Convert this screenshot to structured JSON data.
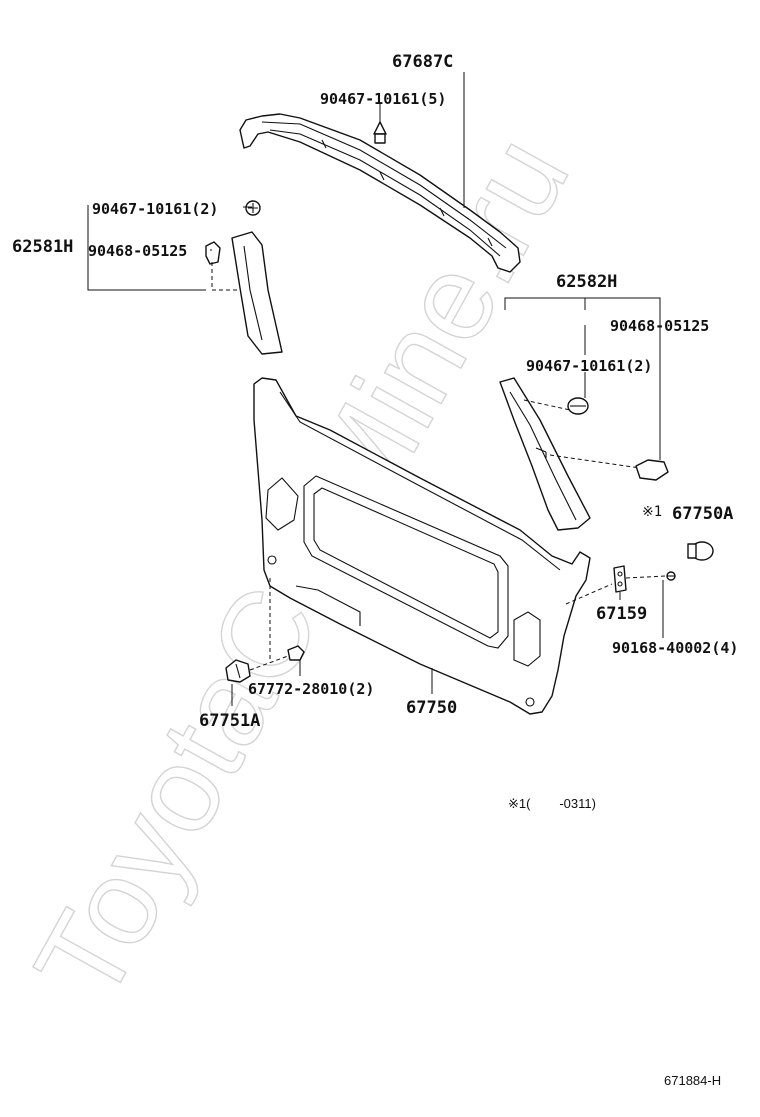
{
  "watermark": "ToyotaCarMine.ru",
  "labels": {
    "p67687C": "67687C",
    "p90467_5": "90467-10161(5)",
    "p90467_2_left": "90467-10161(2)",
    "p62581H": "62581H",
    "p90468_left": "90468-05125",
    "p62582H": "62582H",
    "p90468_right": "90468-05125",
    "p90467_2_right": "90467-10161(2)",
    "note_mark": "※1",
    "p67750A": "67750A",
    "p67159": "67159",
    "p90168": "90168-40002(4)",
    "p67772": "67772-28010(2)",
    "p67750": "67750",
    "p67751A": "67751A",
    "note_text": "※1(        -0311)",
    "diagram_code": "671884-H"
  }
}
